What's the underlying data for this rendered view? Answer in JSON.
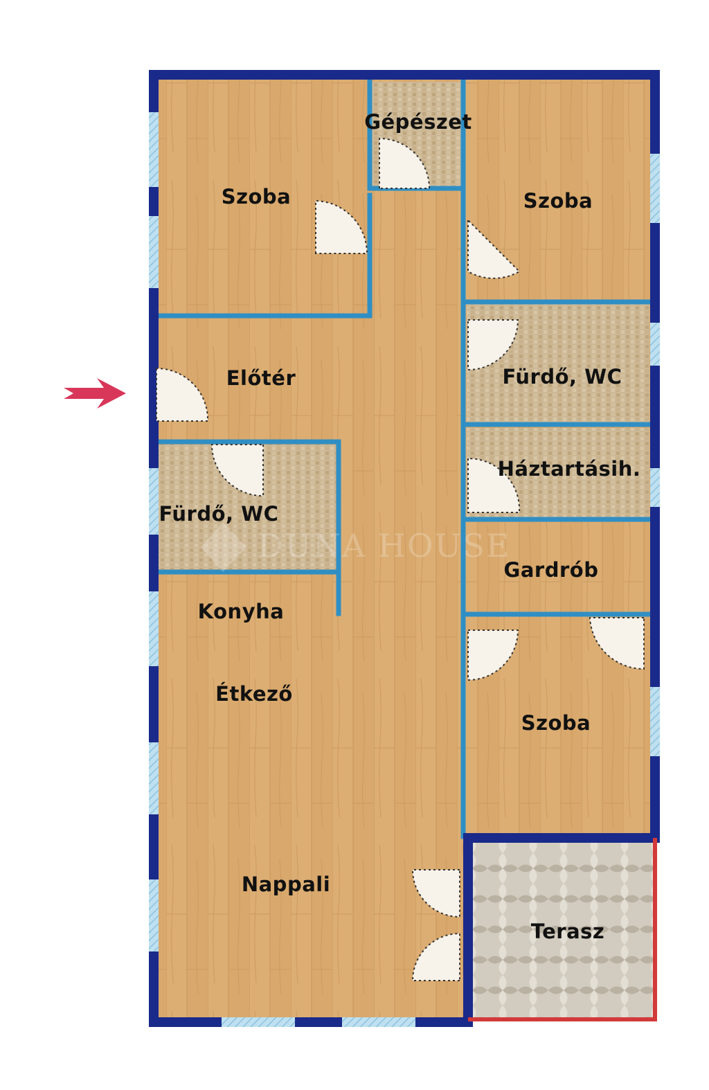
{
  "plan": {
    "rooms": [
      {
        "id": "szoba-1",
        "label": "Szoba"
      },
      {
        "id": "gepeszet",
        "label": "Gépészet"
      },
      {
        "id": "szoba-2",
        "label": "Szoba"
      },
      {
        "id": "eloter",
        "label": "Előtér"
      },
      {
        "id": "furdo-wc-1",
        "label": "Fürdő, WC"
      },
      {
        "id": "furdo-wc-2",
        "label": "Fürdő, WC"
      },
      {
        "id": "haztartasi",
        "label": "Háztartásih."
      },
      {
        "id": "gardrob",
        "label": "Gardrób"
      },
      {
        "id": "konyha",
        "label": "Konyha"
      },
      {
        "id": "etkezo",
        "label": "Étkező"
      },
      {
        "id": "szoba-3",
        "label": "Szoba"
      },
      {
        "id": "nappali",
        "label": "Nappali"
      },
      {
        "id": "terasz",
        "label": "Terasz"
      }
    ],
    "watermark": "DUNA HOUSE"
  },
  "colors": {
    "wood": "#d9a86c",
    "tile": "#cbb592",
    "terrace": "#cfc9bd",
    "outer_wall": "#1a2a8a",
    "inner_wall": "#2f8fc4",
    "window": "#a9d3ea",
    "terrace_border": "#d23a3a",
    "entrance_arrow": "#d8375a"
  },
  "icons": [
    "entrance-arrow-icon",
    "watermark-logo-icon"
  ]
}
